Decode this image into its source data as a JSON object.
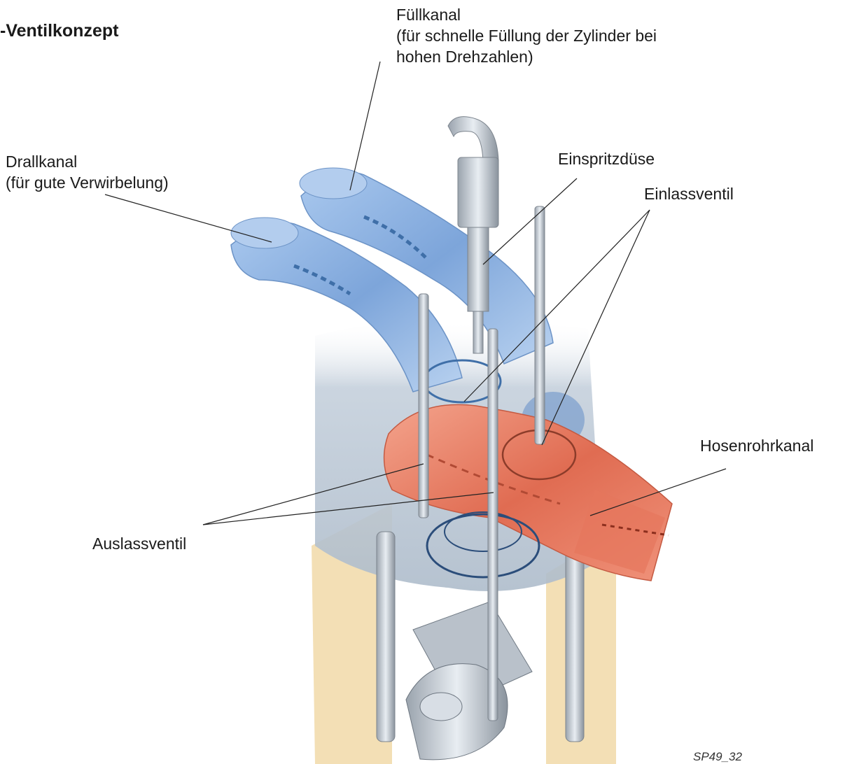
{
  "title": "-Ventilkonzept",
  "labels": {
    "fuellkanal_line1": "Füllkanal",
    "fuellkanal_line2": "(für schnelle Füllung der Zylinder bei",
    "fuellkanal_line3": "hohen Drehzahlen)",
    "drallkanal_line1": "Drallkanal",
    "drallkanal_line2": "(für gute Verwirbelung)",
    "einspritzduese": "Einspritzdüse",
    "einlassventil": "Einlassventil",
    "hosenrohrkanal": "Hosenrohrkanal",
    "auslassventil": "Auslassventil"
  },
  "figure_id": "SP49_32",
  "colors": {
    "intake_blue": "#8fb4e0",
    "exhaust_red": "#e8826a",
    "block_cream": "#f3dfb5",
    "chamber_grey": "#c9d3df",
    "leader_line": "#222222"
  }
}
